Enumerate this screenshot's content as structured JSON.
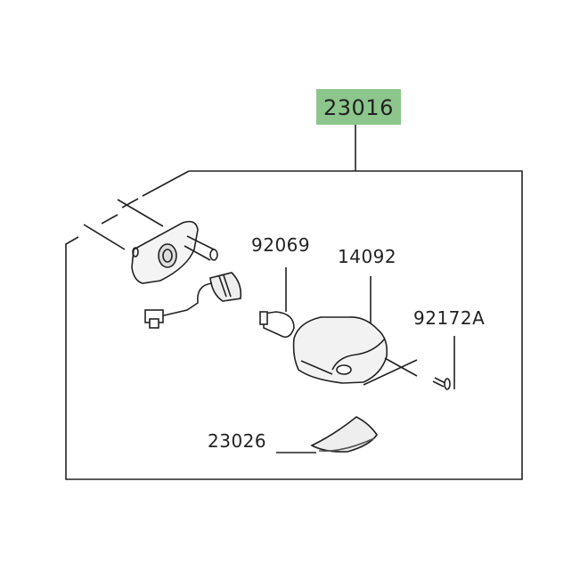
{
  "diagram": {
    "assembly_part": {
      "number": "23016",
      "highlight_color": "#8cc68c"
    },
    "parts": [
      {
        "number": "92069"
      },
      {
        "number": "14092"
      },
      {
        "number": "92172A"
      },
      {
        "number": "23026"
      }
    ]
  }
}
